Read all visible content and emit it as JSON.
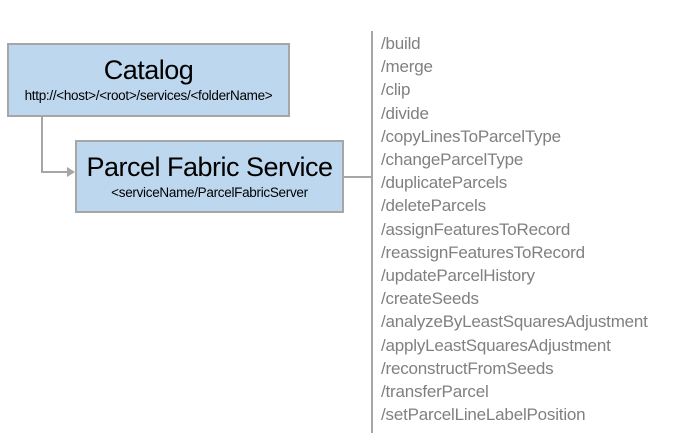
{
  "diagram": {
    "catalog_box": {
      "title": "Catalog",
      "subtitle": "http://<host>/<root>/services/<folderName>"
    },
    "service_box": {
      "title": "Parcel Fabric Service",
      "subtitle": "<serviceName/ParcelFabricServer"
    },
    "endpoints": [
      "/build",
      "/merge",
      "/clip",
      "/divide",
      "/copyLinesToParcelType",
      "/changeParcelType",
      "/duplicateParcels",
      "/deleteParcels",
      "/assignFeaturesToRecord",
      "/reassignFeaturesToRecord",
      "/updateParcelHistory",
      "/createSeeds",
      "/analyzeByLeastSquaresAdjustment",
      "/applyLeastSquaresAdjustment",
      "/reconstructFromSeeds",
      "/transferParcel",
      "/setParcelLineLabelPosition"
    ]
  },
  "colors": {
    "box_fill": "#bdd7ee",
    "box_border": "#a6a6a6",
    "connector": "#a6a6a6",
    "endpoint_text": "#808080",
    "title_text": "#000000"
  }
}
